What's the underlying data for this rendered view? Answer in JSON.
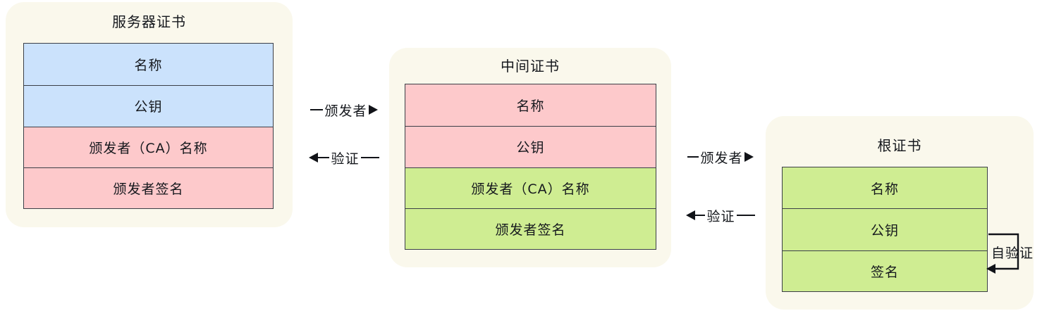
{
  "diagram": {
    "title_semantic": "certificate-chain-of-trust",
    "colors": {
      "page_background": "#ffffff",
      "card_background": "#faf8ec",
      "blue_fill": "#cbe2fc",
      "pink_fill": "#fdc9cb",
      "green_fill": "#cfed92",
      "line": "#3b3f47",
      "arrow": "#111318",
      "text": "#15181d"
    }
  },
  "server_cert": {
    "title": "服务器证书",
    "rows": [
      {
        "label": "名称",
        "fill": "blue"
      },
      {
        "label": "公钥",
        "fill": "blue"
      },
      {
        "label": "颁发者（CA）名称",
        "fill": "pink"
      },
      {
        "label": "颁发者签名",
        "fill": "pink"
      }
    ]
  },
  "intermediate_cert": {
    "title": "中间证书",
    "rows": [
      {
        "label": "名称",
        "fill": "pink"
      },
      {
        "label": "公钥",
        "fill": "pink"
      },
      {
        "label": "颁发者（CA）名称",
        "fill": "green"
      },
      {
        "label": "颁发者签名",
        "fill": "green"
      }
    ]
  },
  "root_cert": {
    "title": "根证书",
    "rows": [
      {
        "label": "名称",
        "fill": "green"
      },
      {
        "label": "公钥",
        "fill": "green"
      },
      {
        "label": "签名",
        "fill": "green"
      }
    ]
  },
  "connectors": {
    "server_to_intermediate_issuer": "颁发者",
    "intermediate_to_server_verify": "验证",
    "intermediate_to_root_issuer": "颁发者",
    "root_to_intermediate_verify": "验证",
    "root_self_verify": "自验证"
  }
}
